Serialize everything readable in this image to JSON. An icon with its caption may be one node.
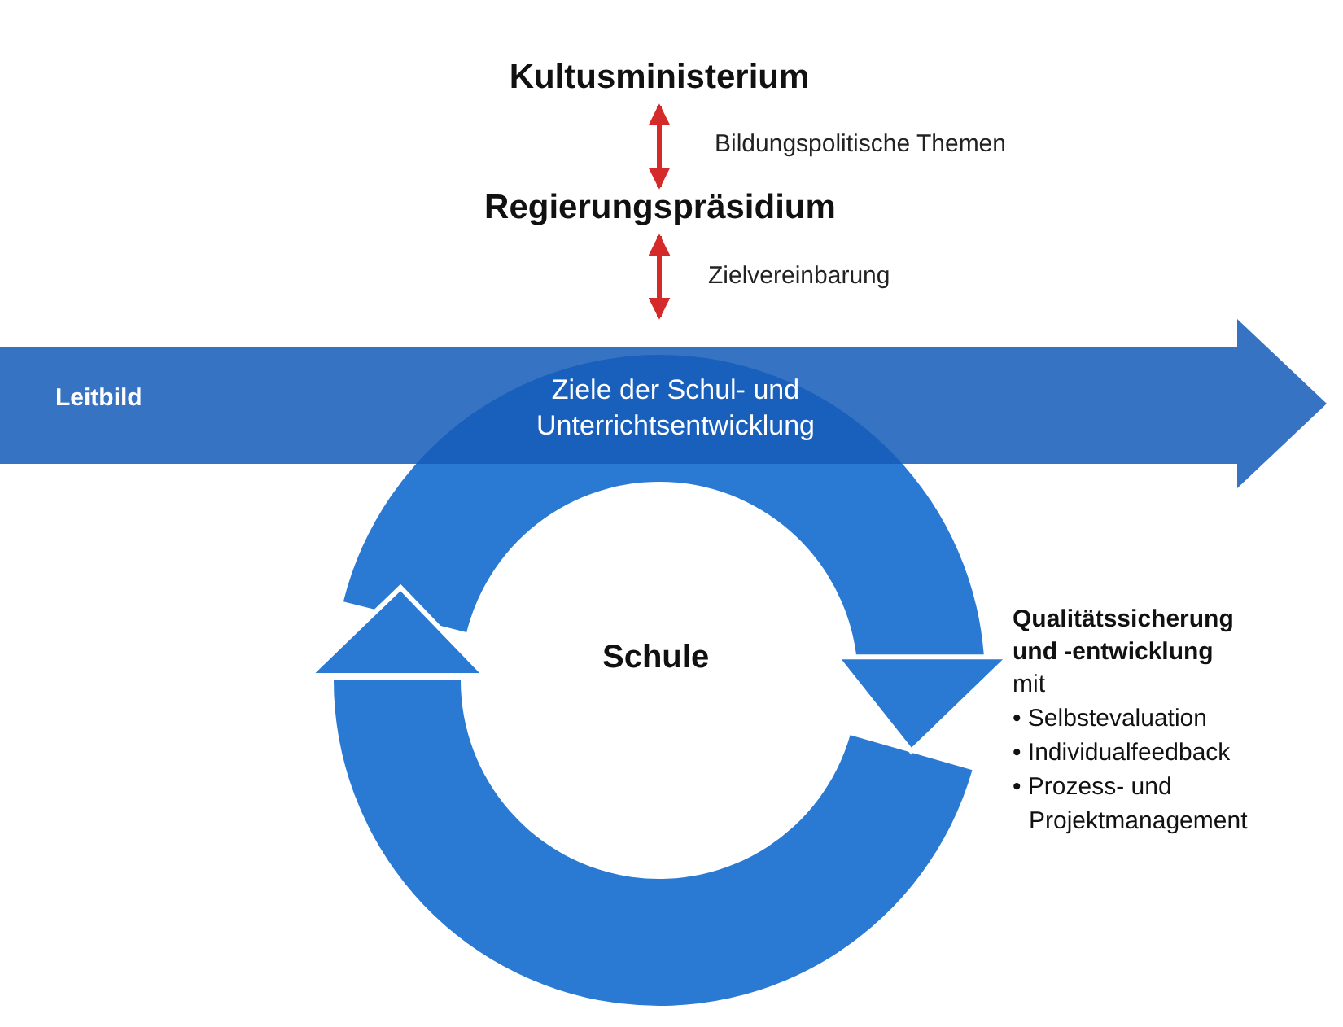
{
  "diagram": {
    "nodes": [
      {
        "text": [
          "Kultusministerium"
        ]
      },
      {
        "text": [
          "Regierungspräsidium"
        ]
      },
      {
        "text": [
          "Leitbild",
          "Ziele der Schul- und Unterrichtsentwicklung"
        ]
      },
      {
        "text": [
          "Schule"
        ]
      }
    ],
    "edges": [
      {
        "from": 0,
        "to": 1,
        "arrow": "both",
        "label": "Bildungspolitische Themen"
      },
      {
        "from": 1,
        "to": 2,
        "arrow": "both",
        "label": "Zielvereinbarung"
      }
    ],
    "labels": [
      "Qualitätssicherung und -entwicklung",
      "mit",
      "• Selbstevaluation",
      "• Individualfeedback",
      "• Prozess- und Projektmanagement"
    ]
  }
}
